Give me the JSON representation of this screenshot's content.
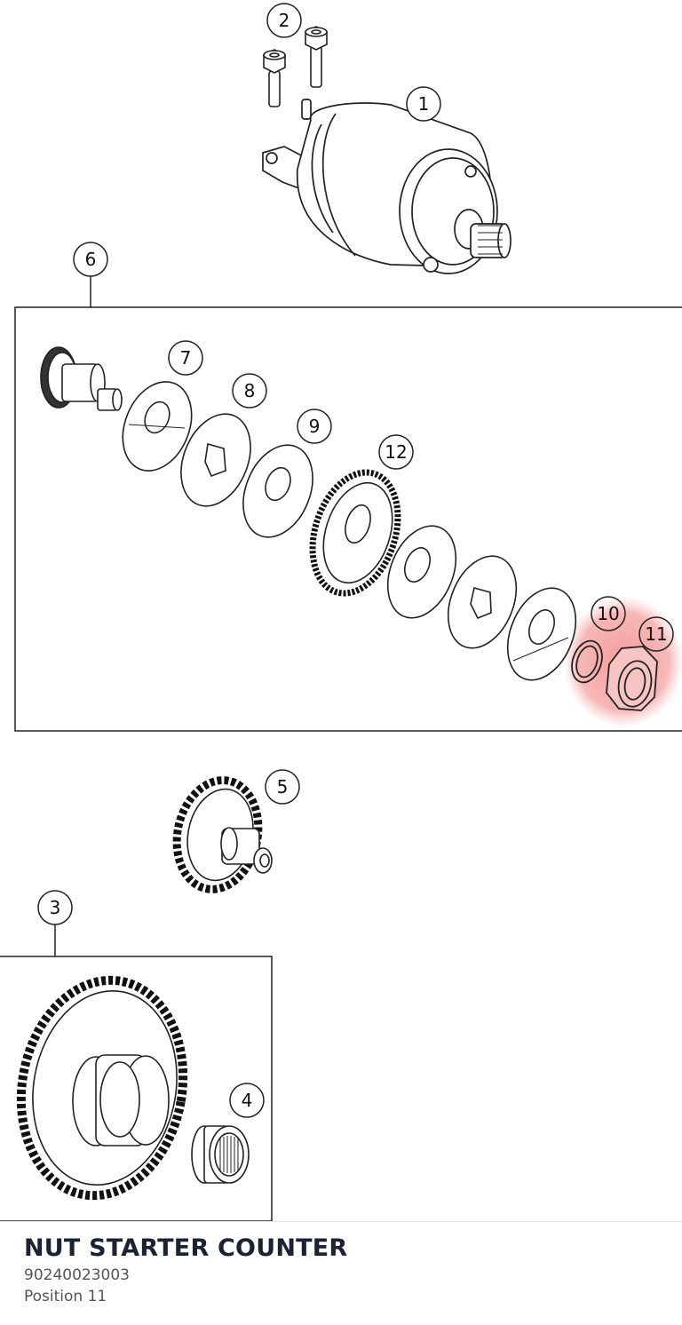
{
  "callouts": [
    "1",
    "2",
    "3",
    "4",
    "5",
    "6",
    "7",
    "8",
    "9",
    "10",
    "11",
    "12"
  ],
  "highlight": {
    "callout": "11",
    "color": "#f28a8a"
  },
  "part": {
    "title": "NUT STARTER COUNTER",
    "number": "90240023003",
    "position_label": "Position",
    "position_value": "11"
  },
  "icons": [
    "starter-motor",
    "bolt",
    "gear",
    "washer",
    "needle-bearing",
    "nut"
  ]
}
